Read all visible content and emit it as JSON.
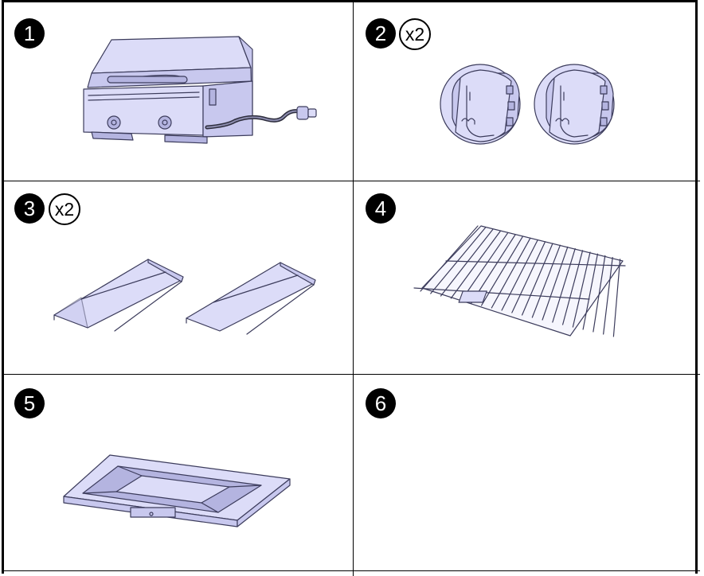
{
  "parts": [
    {
      "number": "1",
      "quantity": "",
      "icon": "grill-body-icon"
    },
    {
      "number": "2",
      "quantity": "x2",
      "icon": "control-knob-icon"
    },
    {
      "number": "3",
      "quantity": "x2",
      "icon": "heat-tent-icon"
    },
    {
      "number": "4",
      "quantity": "",
      "icon": "cooking-grate-icon"
    },
    {
      "number": "5",
      "quantity": "",
      "icon": "drip-tray-icon"
    },
    {
      "number": "6",
      "quantity": "",
      "icon": ""
    }
  ],
  "colors": {
    "part_fill": "#dcdcf8",
    "part_stroke": "#3c3c5c",
    "badge": "#000000"
  }
}
